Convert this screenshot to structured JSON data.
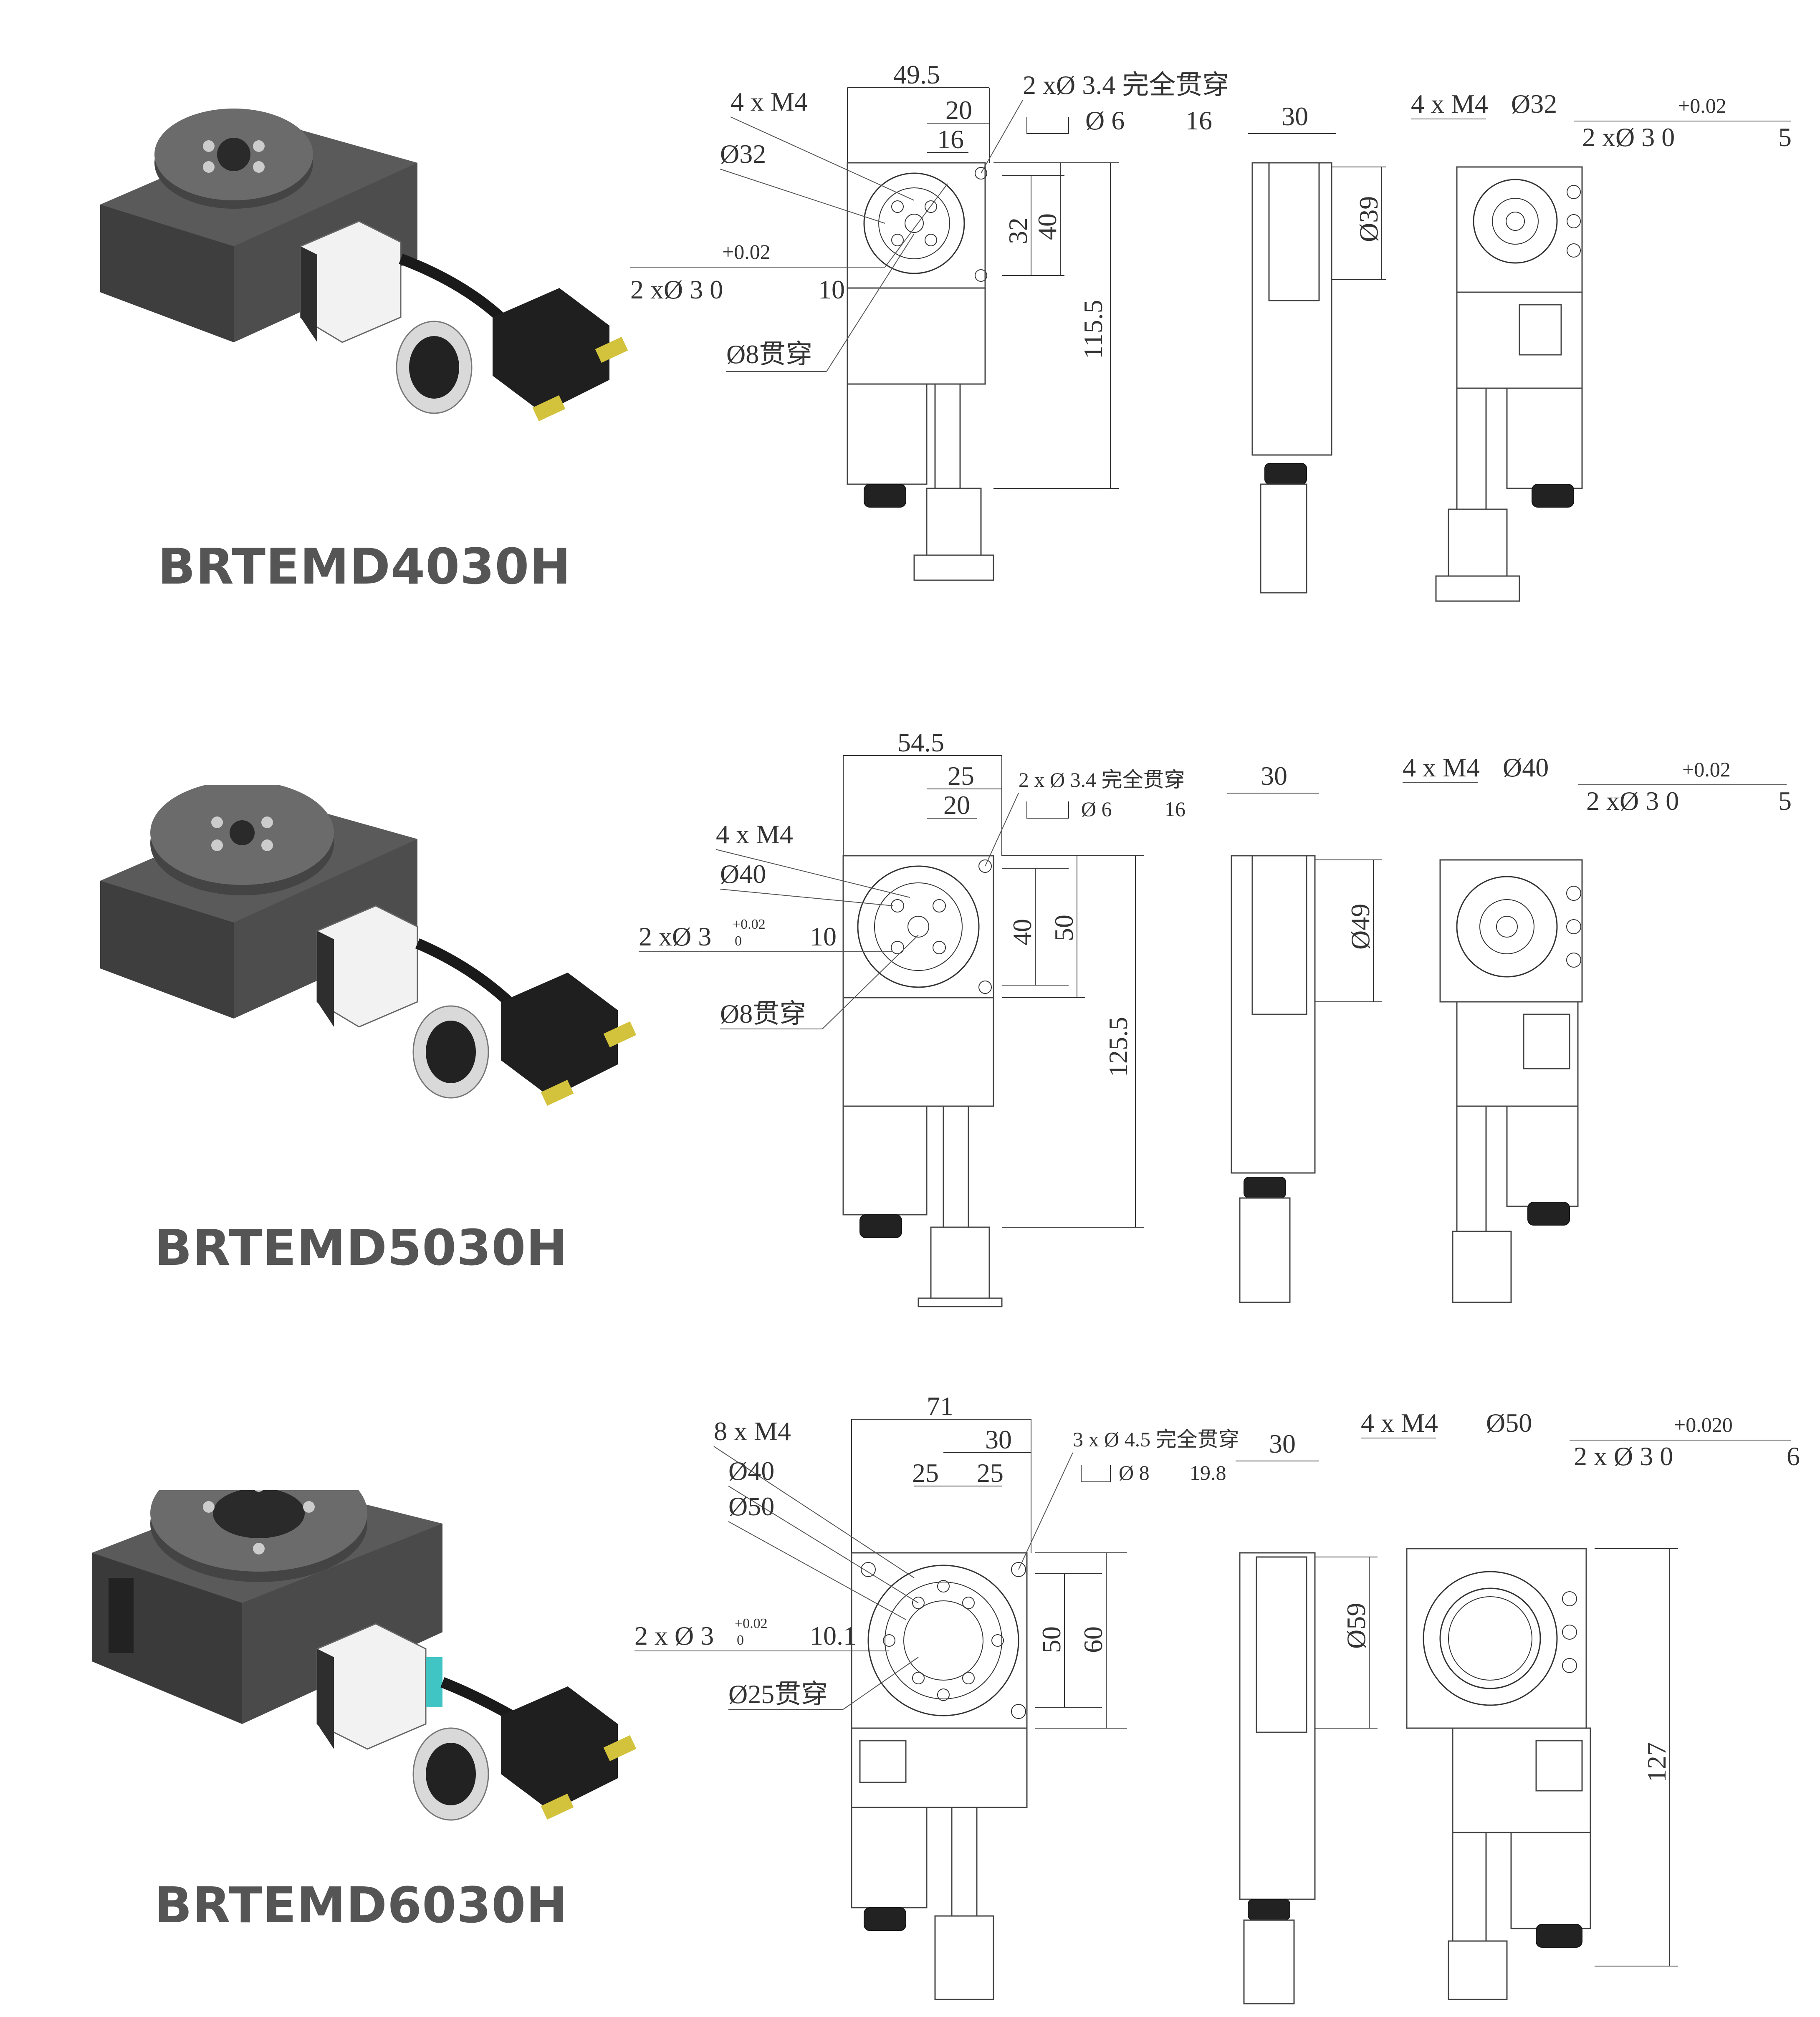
{
  "accent": "#555555",
  "products": [
    {
      "model": "BRTEMD4030H",
      "front": {
        "width": "49.5",
        "d1": "20",
        "d2": "16",
        "thread": "4 x  M4",
        "pcd": "Ø32",
        "through": "2 xØ  3.4 完全贯穿",
        "cbore": "Ø 6",
        "cbore_depth": "16",
        "tol": "+0.02",
        "pin": "2 xØ  3 0",
        "pin_depth": "10",
        "center": "Ø8贯穿",
        "h1": "32",
        "h2": "40",
        "total": "115.5"
      },
      "side": {
        "width": "30",
        "dia": "Ø39"
      },
      "back": {
        "thread": "4 x  M4",
        "pcd": "Ø32",
        "tol": "+0.02",
        "pin": "2 xØ  3 0",
        "pin_depth": "5"
      }
    },
    {
      "model": "BRTEMD5030H",
      "front": {
        "width": "54.5",
        "d1": "25",
        "d2": "20",
        "thread": "4 x  M4",
        "pcd": "Ø40",
        "through": "2 x Ø  3.4 完全贯穿",
        "cbore": "Ø 6",
        "cbore_depth": "16",
        "tol": "+0.02",
        "tol_low": "0",
        "pin": "2 xØ  3",
        "pin_depth": "10",
        "center": "Ø8贯穿",
        "h1": "40",
        "h2": "50",
        "total": "125.5"
      },
      "side": {
        "width": "30",
        "dia": "Ø49"
      },
      "back": {
        "thread": "4 x  M4",
        "pcd": "Ø40",
        "tol": "+0.02",
        "pin": "2 xØ  3 0",
        "pin_depth": "5"
      }
    },
    {
      "model": "BRTEMD6030H",
      "front": {
        "width": "71",
        "d1": "30",
        "d2a": "25",
        "d2b": "25",
        "thread": "8 x  M4",
        "pcd": "Ø40",
        "pcd2": "Ø50",
        "through": "3 x  Ø  4.5 完全贯穿",
        "cbore": "Ø  8",
        "cbore_depth": "19.8",
        "tol": "+0.02",
        "tol_low": "0",
        "pin": "2 x  Ø  3",
        "pin_depth": "10.1",
        "center": "Ø25贯穿",
        "h1": "50",
        "h2": "60"
      },
      "side": {
        "width": "30",
        "dia": "Ø59"
      },
      "back": {
        "thread": "4 x  M4",
        "pcd": "Ø50",
        "tol": "+0.020",
        "pin": "2 x  Ø  3   0",
        "pin_depth": "6",
        "total": "127"
      }
    }
  ]
}
